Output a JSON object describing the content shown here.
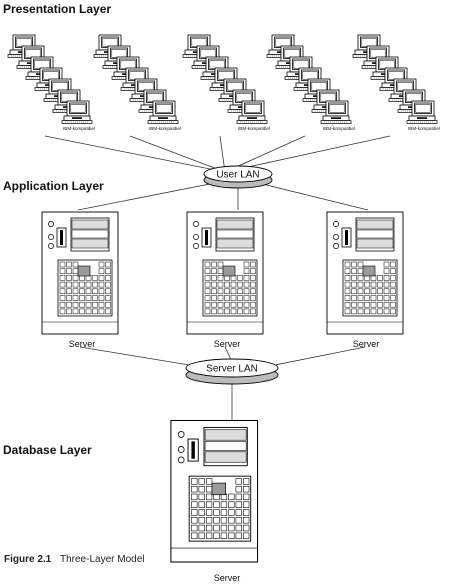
{
  "layers": {
    "presentation": "Presentation Layer",
    "application": "Application Layer",
    "database": "Database Layer"
  },
  "user_lan": "User LAN",
  "server_lan": "Server LAN",
  "pc_label": "IBM-kompatibel",
  "server_label": "Server",
  "figure": {
    "number": "Figure 2.1",
    "title": "Three-Layer Model"
  },
  "icons": {
    "workstation": "pc-icon",
    "server": "server-icon",
    "network": "lan-icon"
  }
}
